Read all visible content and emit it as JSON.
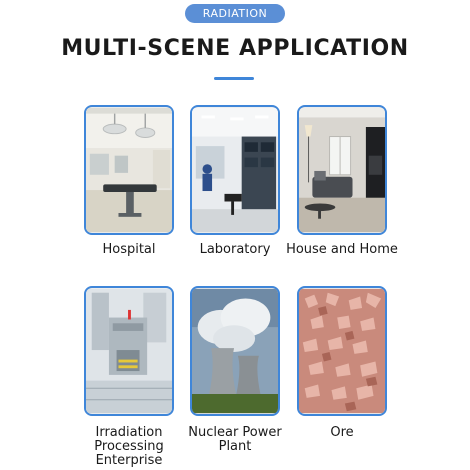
{
  "header": {
    "badge": "RADIATION",
    "title": "MULTI-SCENE APPLICATION"
  },
  "scenes": [
    {
      "label": "Hospital",
      "icon": "hospital-photo"
    },
    {
      "label": "Laboratory",
      "icon": "laboratory-photo"
    },
    {
      "label": "House and Home",
      "icon": "house-photo"
    },
    {
      "label": "Irradiation Processing Enterprise",
      "icon": "factory-photo"
    },
    {
      "label": "Nuclear Power Plant",
      "icon": "cooling-tower-photo"
    },
    {
      "label": "Ore",
      "icon": "salt-ore-photo"
    }
  ],
  "colors": {
    "accent": "#3f86d9",
    "badge": "#5b8fd6"
  }
}
